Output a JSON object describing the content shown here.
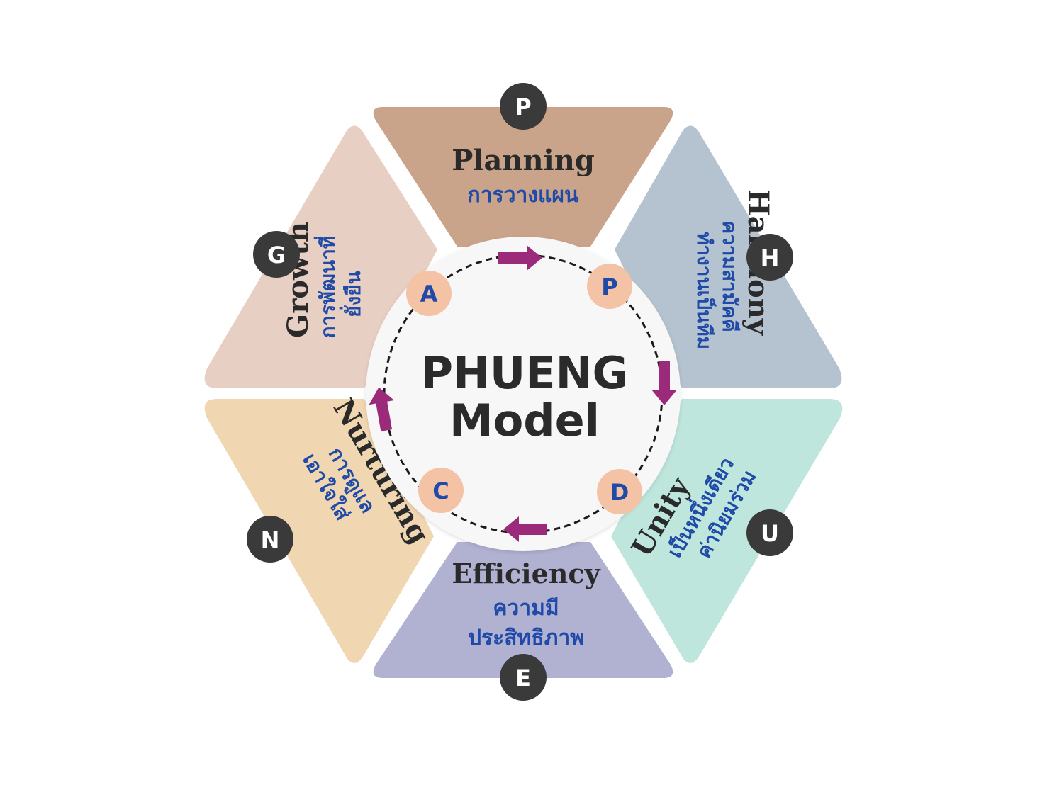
{
  "title": {
    "line1": "PHUENG",
    "line2": "Model"
  },
  "colors": {
    "planning": "#c9a48a",
    "harmony": "#b4c3cf",
    "unity": "#bee6dc",
    "efficiency": "#b1b1d2",
    "nurturing": "#f1d6b2",
    "growth": "#e8cfc4",
    "badge": "#3a3a3a",
    "cycle_badge": "#f4c3a6",
    "arrow": "#9c2a7a",
    "english_text": "#2a2a2a",
    "thai_text": "#1f4aa8"
  },
  "segments": [
    {
      "key": "planning",
      "letter": "P",
      "english": "Planning",
      "thai": [
        "การวางแผน"
      ]
    },
    {
      "key": "harmony",
      "letter": "H",
      "english": "Harmony",
      "thai": [
        "ความสามัคคี",
        "ทำงานเป็นทีม"
      ]
    },
    {
      "key": "unity",
      "letter": "U",
      "english": "Unity",
      "thai": [
        "เป็นหนึ่งเดียว",
        "ค่านิยมร่วม"
      ]
    },
    {
      "key": "efficiency",
      "letter": "E",
      "english": "Efficiency",
      "thai": [
        "ความมี",
        "ประสิทธิภาพ"
      ]
    },
    {
      "key": "nurturing",
      "letter": "N",
      "english": "Nurturing",
      "thai": [
        "การดูแล",
        "เอาใจใส่"
      ]
    },
    {
      "key": "growth",
      "letter": "G",
      "english": "Growth",
      "thai": [
        "การพัฒนาที่",
        "ยั่งยืน"
      ]
    }
  ],
  "cycle": [
    "P",
    "D",
    "C",
    "A"
  ]
}
